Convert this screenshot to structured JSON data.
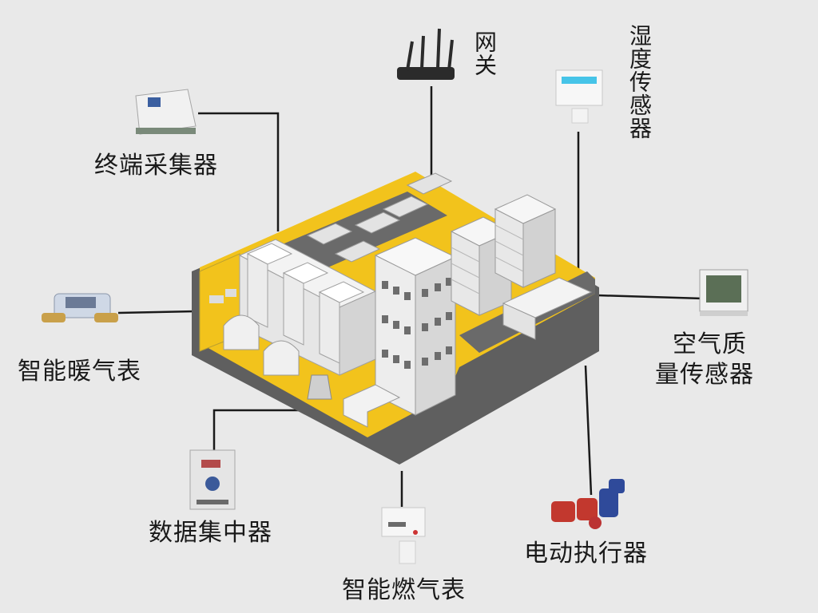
{
  "diagram": {
    "hub": "smart-building-complex",
    "nodes": [
      {
        "id": "gateway",
        "label": "网关",
        "icon": "router-icon"
      },
      {
        "id": "humidity",
        "label": "湿度传感器",
        "icon": "humidity-sensor-icon"
      },
      {
        "id": "terminal",
        "label": "终端采集器",
        "icon": "terminal-collector-icon"
      },
      {
        "id": "heat",
        "label": "智能暖气表",
        "icon": "heat-meter-icon"
      },
      {
        "id": "air1",
        "label": "空气质",
        "icon": "air-quality-monitor-icon"
      },
      {
        "id": "air2",
        "label": "量传感器"
      },
      {
        "id": "concentrator",
        "label": "数据集中器",
        "icon": "data-concentrator-icon"
      },
      {
        "id": "actuator",
        "label": "电动执行器",
        "icon": "electric-actuator-icon"
      },
      {
        "id": "gas",
        "label": "智能燃气表",
        "icon": "gas-meter-icon"
      }
    ],
    "colors": {
      "background": "#e9e9e9",
      "accent_yellow": "#f2c31c",
      "road": "#5f5f5f",
      "building": "#efefef",
      "line": "#1a1a1a"
    }
  }
}
